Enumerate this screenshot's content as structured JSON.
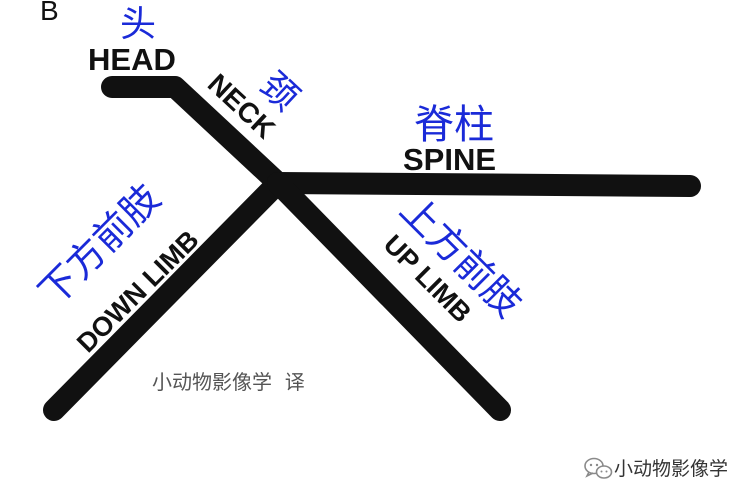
{
  "panel_label": "B",
  "labels": {
    "head_cn": "头",
    "head_en": "HEAD",
    "neck_cn": "颈",
    "neck_en": "NECK",
    "spine_cn": "脊柱",
    "spine_en": "SPINE",
    "down_cn": "下方前肢",
    "down_en": "DOWN LIMB",
    "up_cn": "上方前肢",
    "up_en": "UP LIMB"
  },
  "translator_note": "小动物影像学  译",
  "watermark": {
    "icon": "wechat-icon",
    "text": "小动物影像学"
  }
}
